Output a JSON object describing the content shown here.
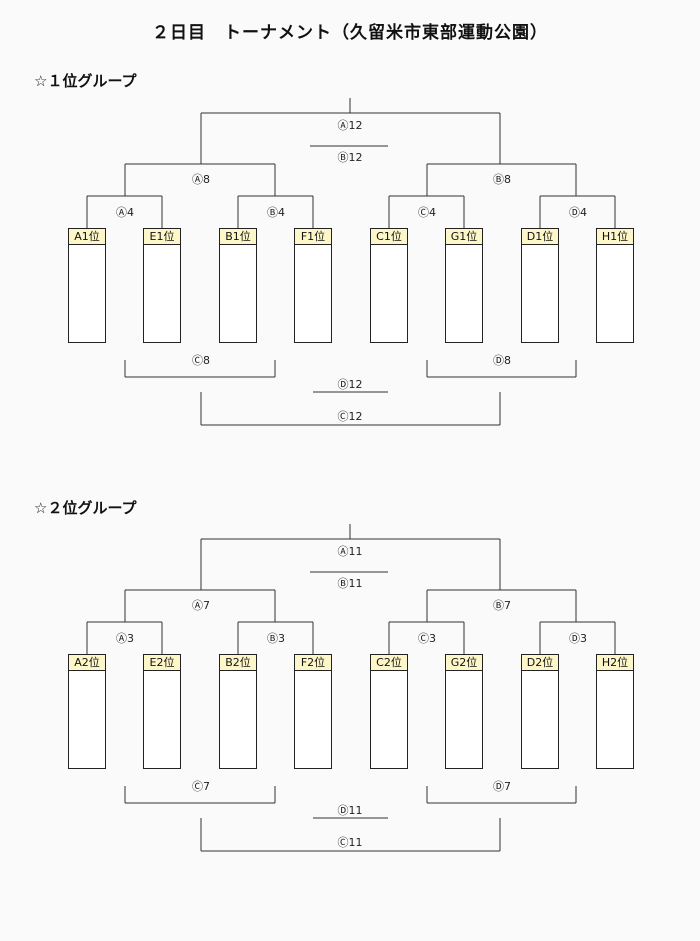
{
  "title": "２日目　トーナメント（久留米市東部運動公園）",
  "groups": [
    {
      "heading": "☆１位グループ",
      "teams": [
        "A1位",
        "E1位",
        "B1位",
        "F1位",
        "C1位",
        "G1位",
        "D1位",
        "H1位"
      ],
      "matches": {
        "final": "Ⓐ12",
        "third_place": "Ⓑ12",
        "semi_left": "Ⓐ8",
        "semi_right": "Ⓑ8",
        "qf1": "Ⓐ4",
        "qf2": "Ⓑ4",
        "qf3": "Ⓒ4",
        "qf4": "Ⓓ4",
        "loser_left": "Ⓒ8",
        "loser_right": "Ⓓ8",
        "loser_third": "Ⓓ12",
        "loser_final": "Ⓒ12"
      }
    },
    {
      "heading": "☆２位グループ",
      "teams": [
        "A2位",
        "E2位",
        "B2位",
        "F2位",
        "C2位",
        "G2位",
        "D2位",
        "H2位"
      ],
      "matches": {
        "final": "Ⓐ11",
        "third_place": "Ⓑ11",
        "semi_left": "Ⓐ7",
        "semi_right": "Ⓑ7",
        "qf1": "Ⓐ3",
        "qf2": "Ⓑ3",
        "qf3": "Ⓒ3",
        "qf4": "Ⓓ3",
        "loser_left": "Ⓒ7",
        "loser_right": "Ⓓ7",
        "loser_third": "Ⓓ11",
        "loser_final": "Ⓒ11"
      }
    }
  ]
}
